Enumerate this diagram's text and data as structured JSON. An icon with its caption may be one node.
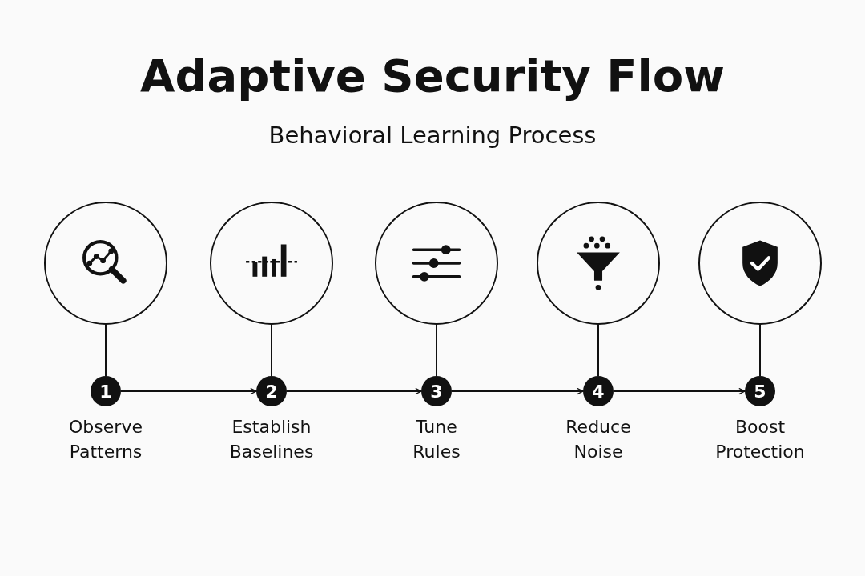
{
  "diagram": {
    "title": "Adaptive Security Flow",
    "nodes": [
      {
        "text": [],
        "shape": "circle"
      },
      {
        "text": [
          "1"
        ],
        "beside": [
          "Observe Patterns"
        ]
      },
      {
        "text": [],
        "shape": "circle"
      },
      {
        "text": [
          "2"
        ],
        "beside": [
          "Establish Baselines"
        ]
      },
      {
        "text": [],
        "shape": "circle"
      },
      {
        "text": [
          "3"
        ],
        "beside": [
          "Tune Rules"
        ]
      },
      {
        "text": [],
        "shape": "circle"
      },
      {
        "text": [
          "4"
        ],
        "beside": [
          "Reduce Noise"
        ]
      },
      {
        "text": [],
        "shape": "circle"
      },
      {
        "text": [
          "5"
        ],
        "beside": [
          "Boost Protection"
        ]
      }
    ],
    "edges": [
      {
        "from": 0,
        "to": 1,
        "arrow": "none"
      },
      {
        "from": 1,
        "to": 3,
        "arrow": "to"
      },
      {
        "from": 2,
        "to": 3,
        "arrow": "none"
      },
      {
        "from": 3,
        "to": 5,
        "arrow": "to"
      },
      {
        "from": 4,
        "to": 5,
        "arrow": "none"
      },
      {
        "from": 5,
        "to": 7,
        "arrow": "to"
      },
      {
        "from": 6,
        "to": 7,
        "arrow": "none"
      },
      {
        "from": 7,
        "to": 9,
        "arrow": "to"
      },
      {
        "from": 8,
        "to": 9,
        "arrow": "none"
      }
    ],
    "labels": [
      "Behavioral Learning Process"
    ]
  }
}
